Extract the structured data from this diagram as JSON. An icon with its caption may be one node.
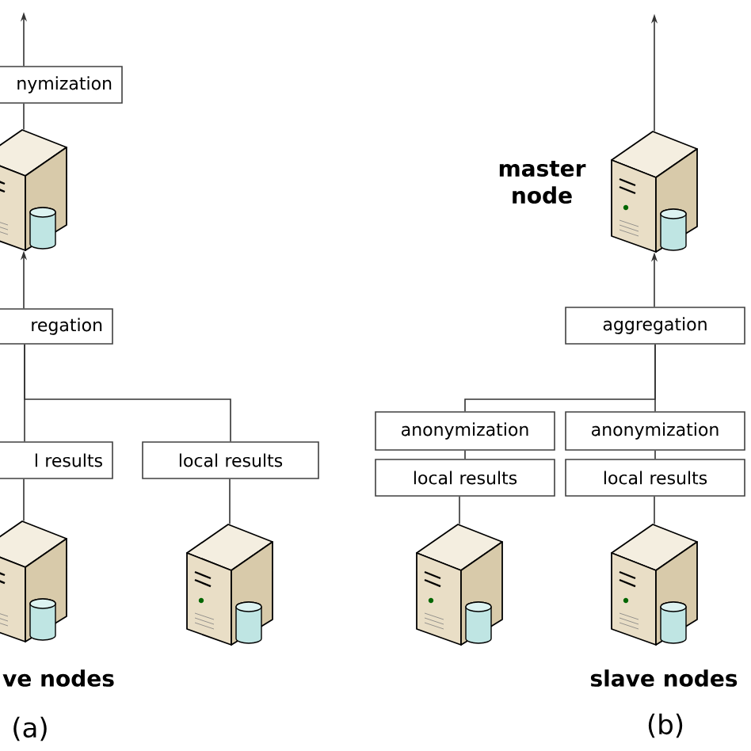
{
  "diagram": {
    "nodes": [
      {
        "text": [
          "nymization"
        ]
      },
      {
        "text": [],
        "shape": "server"
      },
      {
        "text": [
          "regation"
        ]
      },
      {
        "text": [
          "l results"
        ]
      },
      {
        "text": [
          "local results"
        ]
      },
      {
        "text": [],
        "shape": "server"
      },
      {
        "text": [],
        "shape": "server"
      },
      {
        "text": [],
        "shape": "server",
        "beside": [
          "master node"
        ]
      },
      {
        "text": [
          "aggregation"
        ]
      },
      {
        "text": [
          "anonymization"
        ]
      },
      {
        "text": [
          "anonymization"
        ]
      },
      {
        "text": [
          "local results"
        ]
      },
      {
        "text": [
          "local results"
        ]
      },
      {
        "text": [],
        "shape": "server"
      },
      {
        "text": [],
        "shape": "server"
      }
    ],
    "edges": [
      {
        "from": 0,
        "to": null,
        "arrow": "to"
      },
      {
        "from": 1,
        "to": 0,
        "arrow": "none"
      },
      {
        "from": 2,
        "to": 1,
        "arrow": "to"
      },
      {
        "from": 3,
        "to": 2,
        "arrow": "none"
      },
      {
        "from": 4,
        "to": 2,
        "arrow": "none"
      },
      {
        "from": 5,
        "to": 3,
        "arrow": "none"
      },
      {
        "from": 6,
        "to": 4,
        "arrow": "none"
      },
      {
        "from": 7,
        "to": null,
        "arrow": "to"
      },
      {
        "from": 8,
        "to": 7,
        "arrow": "to"
      },
      {
        "from": 9,
        "to": 8,
        "arrow": "none"
      },
      {
        "from": 10,
        "to": 8,
        "arrow": "none"
      },
      {
        "from": 11,
        "to": 9,
        "arrow": "none"
      },
      {
        "from": 12,
        "to": 10,
        "arrow": "none"
      },
      {
        "from": 13,
        "to": 11,
        "arrow": "none"
      },
      {
        "from": 14,
        "to": 12,
        "arrow": "none"
      }
    ],
    "labels": [
      "ve nodes",
      "(a)",
      "slave nodes",
      "(b)"
    ]
  }
}
